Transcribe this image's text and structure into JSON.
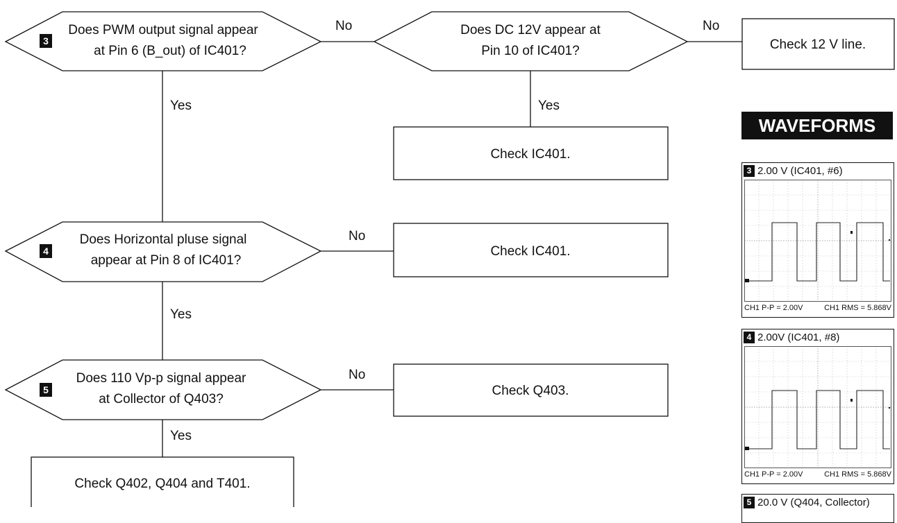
{
  "flowchart": {
    "decisions": [
      {
        "badge": "3",
        "line1": "Does PWM output signal appear",
        "line2": "at Pin 6 (B_out) of IC401?"
      },
      {
        "badge": "",
        "line1": "Does DC 12V appear at",
        "line2": "Pin 10 of IC401?"
      },
      {
        "badge": "4",
        "line1": "Does Horizontal pluse signal",
        "line2": "appear at Pin 8 of IC401?"
      },
      {
        "badge": "5",
        "line1": "Does 110 Vp-p signal appear",
        "line2": "at Collector of Q403?"
      }
    ],
    "actions": [
      "Check 12 V line.",
      "Check IC401.",
      "Check IC401.",
      "Check Q403.",
      "Check Q402, Q404 and T401."
    ],
    "labels": {
      "no": "No",
      "yes": "Yes"
    }
  },
  "waveforms": {
    "title": "WAVEFORMS",
    "panels": [
      {
        "badge": "3",
        "label": "2.00 V (IC401, #6)",
        "pp": "CH1 P-P = 2.00V",
        "rms": "CH1 RMS = 5.868V"
      },
      {
        "badge": "4",
        "label": "2.00V (IC401, #8)",
        "pp": "CH1 P-P = 2.00V",
        "rms": "CH1 RMS = 5.868V"
      },
      {
        "badge": "5",
        "label": "20.0 V (Q404, Collector)"
      }
    ]
  }
}
